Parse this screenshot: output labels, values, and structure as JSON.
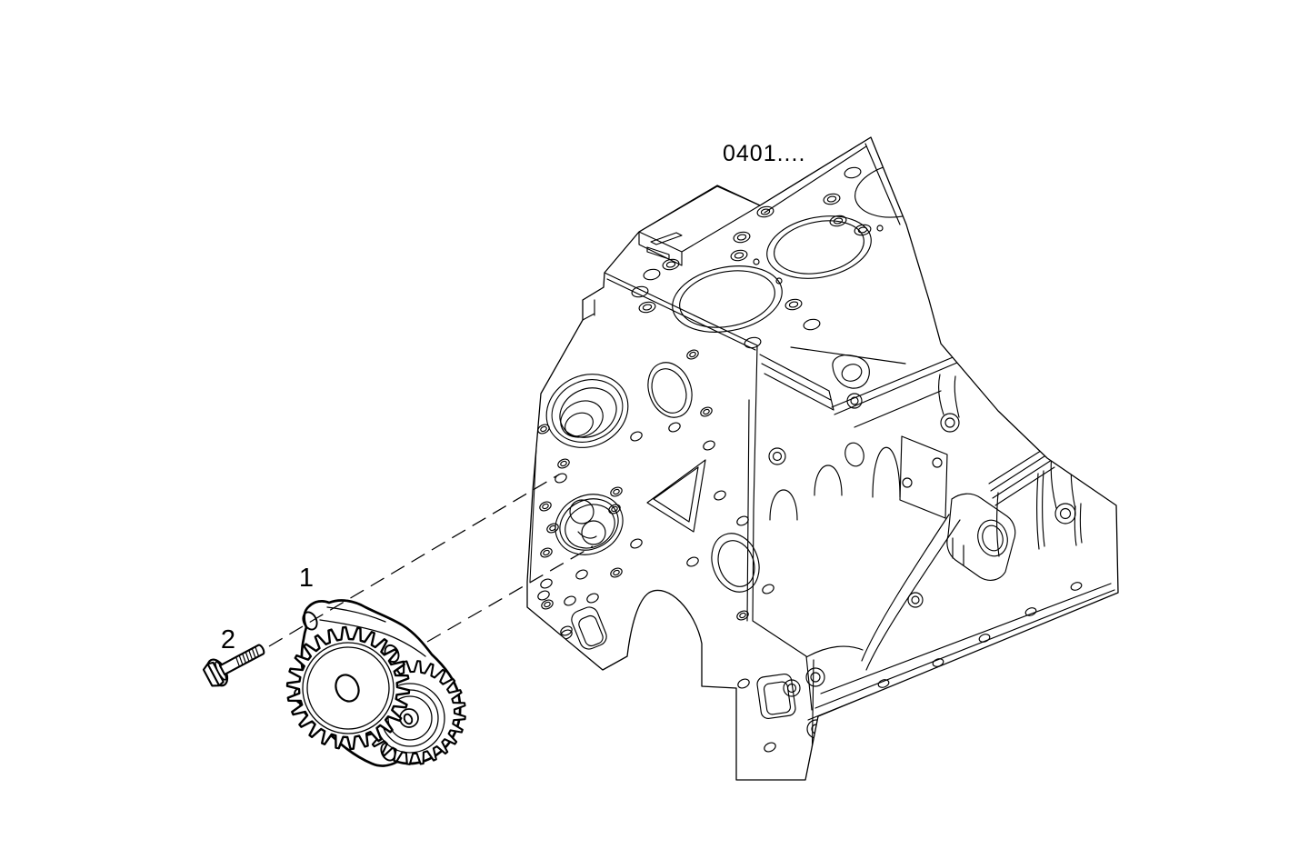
{
  "figure": {
    "reference_label": "0401....",
    "callout_1": "1",
    "callout_2": "2"
  },
  "colors": {
    "background": "#ffffff",
    "line": "#000000"
  }
}
